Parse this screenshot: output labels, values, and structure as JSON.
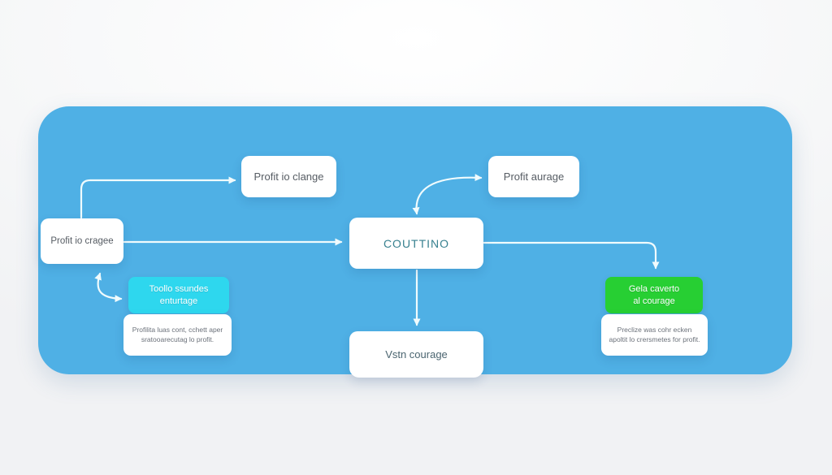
{
  "diagram": {
    "panel_shape": "rounded-rectangle",
    "nodes": {
      "top_left": {
        "label": "Profit io clange"
      },
      "top_right": {
        "label": "Profit aurage"
      },
      "left": {
        "label": "Profit io cragee"
      },
      "center": {
        "label": "COUTTINO"
      },
      "bottom_center": {
        "label": "Vstn courage"
      },
      "cyan_card": {
        "header_line1": "Toollo ssundes",
        "header_line2": "enturtage",
        "body": "Profilita luas cont, cchett aper sratooarecutag lo profit."
      },
      "green_card": {
        "header_line1": "Gela caverto",
        "header_line2": "al courage",
        "body": "Preclize was cohr ecken apoltit lo crersmetes for profit."
      }
    },
    "edges": [
      {
        "from": "left",
        "to": "top_left",
        "style": "elbow-up-right",
        "arrowheads": "end"
      },
      {
        "from": "left",
        "to": "center",
        "style": "straight-right",
        "arrowheads": "end"
      },
      {
        "from": "left",
        "to": "cyan_card",
        "style": "curved",
        "arrowheads": "both"
      },
      {
        "from": "center",
        "to": "top_right",
        "style": "curved",
        "arrowheads": "both"
      },
      {
        "from": "center",
        "to": "green_card",
        "style": "elbow-down",
        "arrowheads": "end"
      },
      {
        "from": "center",
        "to": "bottom_center",
        "style": "straight-down",
        "arrowheads": "end"
      }
    ],
    "colors": {
      "page_bg": "#f6f7f8",
      "panel_bg": "#4fb0e5",
      "node_bg": "#ffffff",
      "node_text": "#565c63",
      "center_text": "#37808f",
      "bottom_text": "#4b6570",
      "cyan_header_bg": "#2ed7ee",
      "green_header_bg": "#27cf33",
      "header_text": "#ffffff",
      "body_text": "#6b717a",
      "arrow": "#f0fbfd"
    }
  }
}
